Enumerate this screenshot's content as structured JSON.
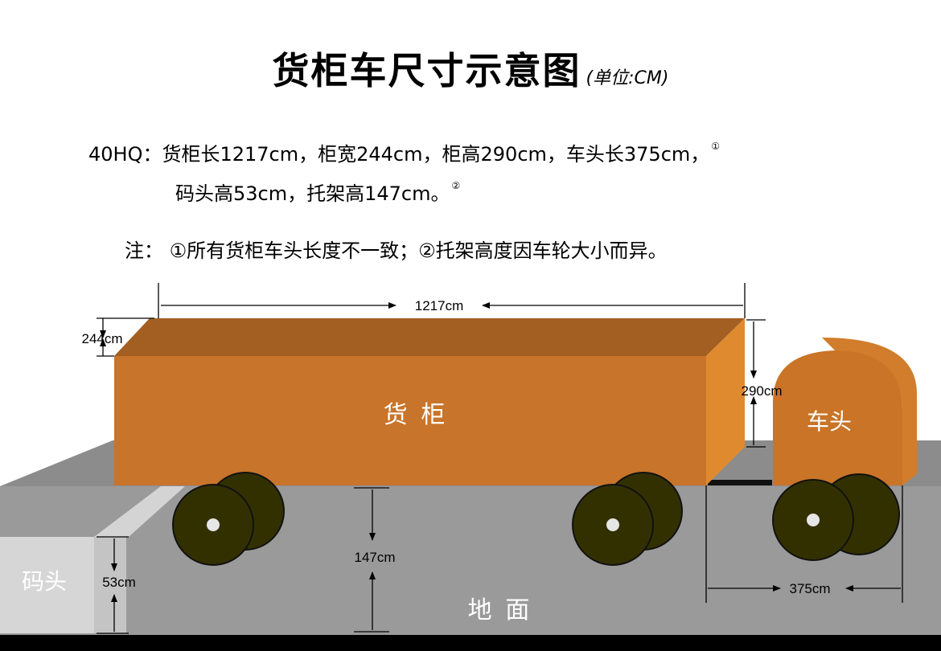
{
  "title": "货柜车尺寸示意图",
  "unit": "(单位:CM)",
  "spec_line1": "40HQ：货柜长1217cm，柜宽244cm，柜高290cm，车头长375cm，",
  "spec_mark1": "①",
  "spec_line2": "码头高53cm，托架高147cm。",
  "spec_mark2": "②",
  "note": "注：  ①所有货柜车头长度不一致；②托架高度因车轮大小而异。",
  "labels": {
    "container": "货  柜",
    "cab": "车头",
    "dock": "码头",
    "ground": "地  面"
  },
  "dimensions": {
    "container_length": "1217cm",
    "container_width": "244cm",
    "container_height": "290cm",
    "cab_length": "375cm",
    "dock_height": "53cm",
    "chassis_height": "147cm"
  },
  "colors": {
    "container_front": "#c8742a",
    "container_top": "#a35f22",
    "container_side": "#e08a30",
    "cab": "#c97427",
    "ground": "#9a9a9a",
    "wheel": "#333000"
  }
}
